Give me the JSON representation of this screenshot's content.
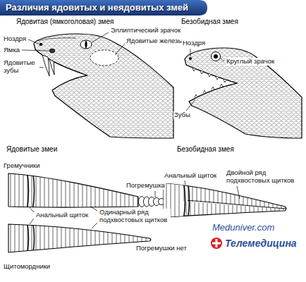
{
  "diagram": {
    "title": "Различия ядовитых и неядовитых змей",
    "labels": [
      "Ядовитая (ямкоголовая) змея",
      "Безобидная змея",
      "Ноздря",
      "Эллиптический зрачок",
      "Ямка",
      "Ядовитые железы",
      "Ядовитые зубы",
      "Ноздря",
      "Круглый зрачок",
      "Зубы",
      "Ядовитые змеи",
      "Безобидная змея",
      "Гремучники",
      "Погремушка",
      "Анальный щиток",
      "Одинарный ряд подхвостовых щитков",
      "Анальный щиток",
      "Двойной ряд подхвостовых щитков",
      "Погремушки нет",
      "Щитомордники",
      "Meduniver.com",
      "Телемедицина"
    ]
  }
}
